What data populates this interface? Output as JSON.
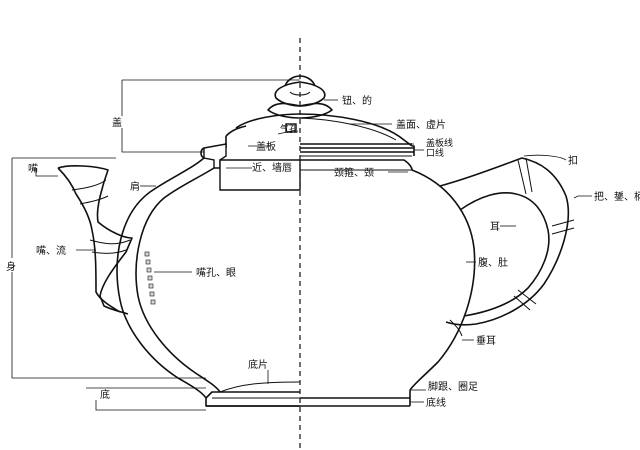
{
  "labels": {
    "lid": "盖",
    "knob": "钮、的",
    "lid_top": "盖面、虚片",
    "lid_line": "盖板线",
    "mouth_line": "口线",
    "lid_plate": "盖板",
    "air_hole": "气孔",
    "flange": "近、墙唇",
    "neck": "颈箍、颈",
    "handle_knob": "扣",
    "handle": "把、鋬、柄、",
    "spout_mouth": "嘴",
    "shoulder": "肩",
    "body": "身",
    "spout": "嘴、流",
    "spout_hole": "嘴孔、眼",
    "ear": "耳",
    "belly": "腹、肚",
    "hanging_ear": "垂耳",
    "base_plate": "底片",
    "foot": "脚跟、圈足",
    "base_line": "底线",
    "base": "底"
  }
}
